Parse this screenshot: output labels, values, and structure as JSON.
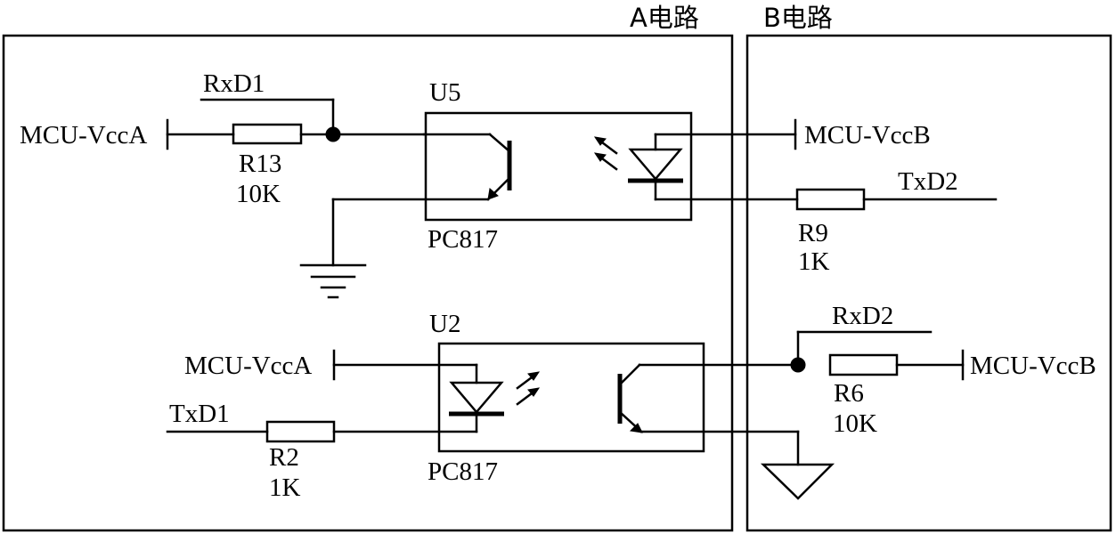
{
  "regions": {
    "a_label": "A电路",
    "b_label": "B电路"
  },
  "u5": {
    "ref": "U5",
    "part": "PC817",
    "rxd_net": "RxD1",
    "vcc_in": "MCU-VccA",
    "vcc_out": "MCU-VccB",
    "txd_net": "TxD2",
    "r_in": {
      "ref": "R13",
      "value": "10K"
    },
    "r_out": {
      "ref": "R9",
      "value": "1K"
    }
  },
  "u2": {
    "ref": "U2",
    "part": "PC817",
    "vcc_in": "MCU-VccA",
    "txd_net": "TxD1",
    "rxd_net": "RxD2",
    "vcc_out": "MCU-VccB",
    "r_in": {
      "ref": "R2",
      "value": "1K"
    },
    "r_out": {
      "ref": "R6",
      "value": "10K"
    }
  }
}
